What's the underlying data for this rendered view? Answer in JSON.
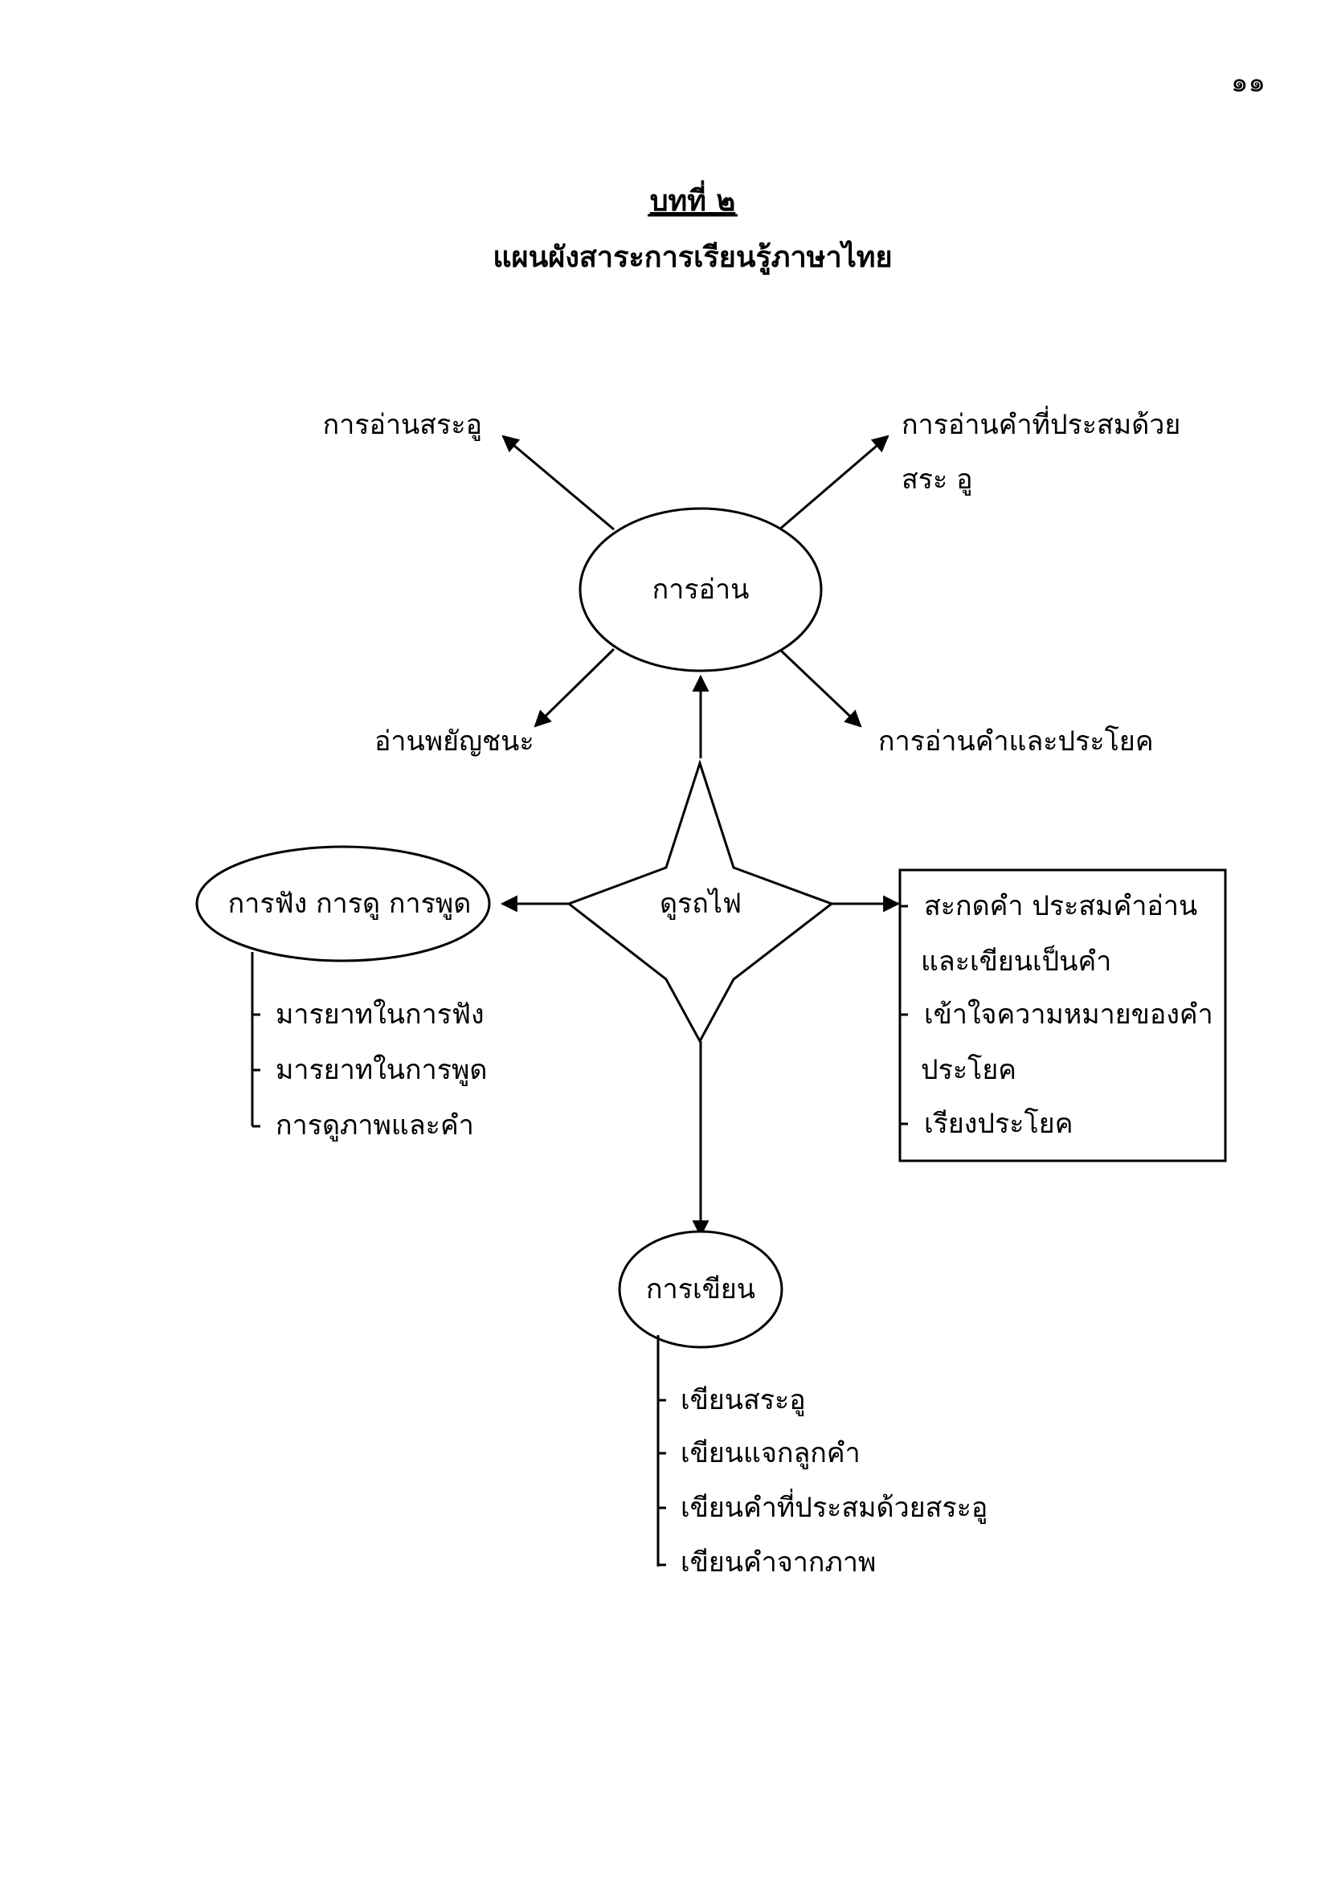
{
  "page_number": "๑๑",
  "chapter": "บทที่ ๒",
  "title": "แผนผังสาระการเรียนรู้ภาษาไทย",
  "center": "ดูรถไฟ",
  "reading": {
    "label": "การอ่าน",
    "top_left": "การอ่านสระอู",
    "top_right_line1": "การอ่านคำที่ประสมด้วย",
    "top_right_line2": "สระ อู",
    "bottom_left": "อ่านพยัญชนะ",
    "bottom_right": "การอ่านคำและประโยค"
  },
  "listening": {
    "label": "การฟัง การดู การพูด",
    "items": [
      "มารยาทในการฟัง",
      "มารยาทในการพูด",
      "การดูภาพและคำ"
    ]
  },
  "box": {
    "lines": [
      "สะกดคำ ประสมคำอ่าน",
      "และเขียนเป็นคำ",
      "เข้าใจความหมายของคำ",
      "ประโยค",
      "เรียงประโยค"
    ]
  },
  "writing": {
    "label": "การเขียน",
    "items": [
      "เขียนสระอู",
      "เขียนแจกลูกคำ",
      "เขียนคำที่ประสมด้วยสระอู",
      "เขียนคำจากภาพ"
    ]
  }
}
